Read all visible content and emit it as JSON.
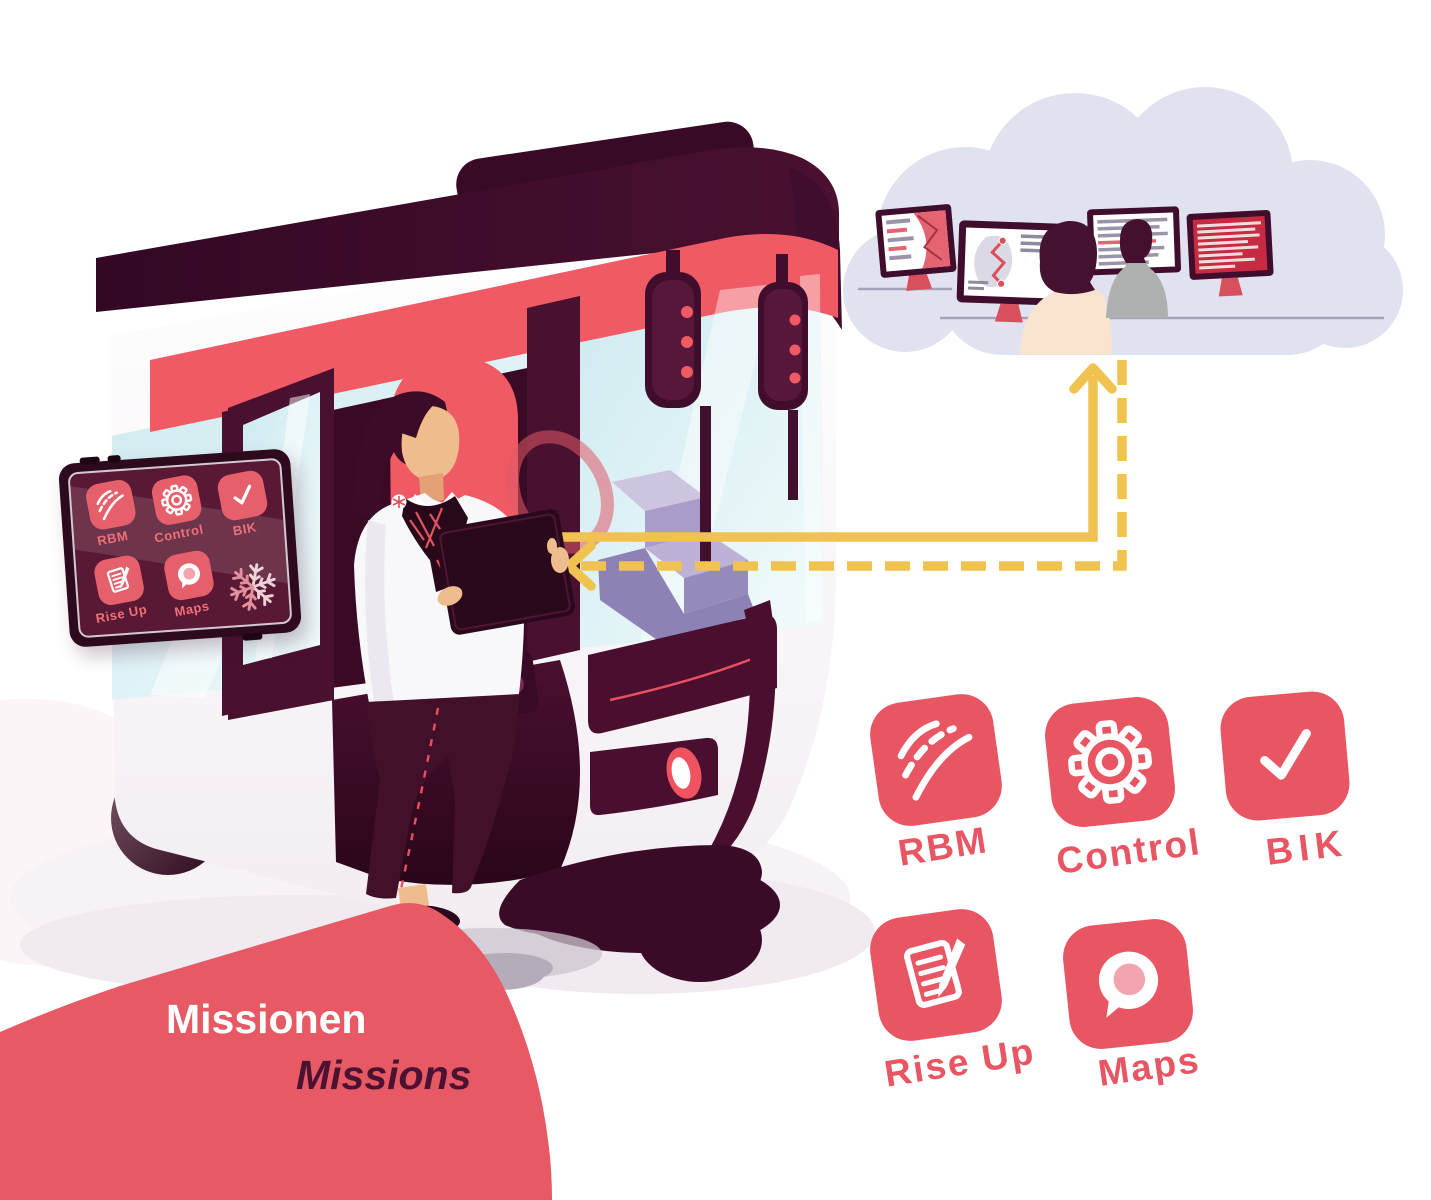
{
  "banner": {
    "title_de": "Missionen",
    "title_en": "Missions"
  },
  "tablet": {
    "apps": [
      {
        "label": "RBM",
        "icon": "road-icon"
      },
      {
        "label": "Control",
        "icon": "gear-icon"
      },
      {
        "label": "BIK",
        "icon": "checkmark-icon"
      },
      {
        "label": "Rise Up",
        "icon": "document-pen-icon"
      },
      {
        "label": "Maps",
        "icon": "map-pin-icon"
      }
    ],
    "watermark_icon": "snowflake-icon"
  },
  "app_grid": {
    "apps": [
      {
        "label": "RBM",
        "icon": "road-icon"
      },
      {
        "label": "Control",
        "icon": "gear-icon"
      },
      {
        "label": "BIK",
        "icon": "checkmark-icon"
      },
      {
        "label": "Rise Up",
        "icon": "document-pen-icon"
      },
      {
        "label": "Maps",
        "icon": "map-pin-icon"
      }
    ]
  },
  "colors": {
    "accent_red": "#e85663",
    "dark_maroon": "#400d2c",
    "interior_red": "#ef5a64",
    "arrow_yellow": "#f0c351",
    "cloud_gray": "#e0e2ef",
    "lavender": "#a99cca",
    "window_blue": "#cdeaef",
    "banner_red": "#e75964"
  }
}
